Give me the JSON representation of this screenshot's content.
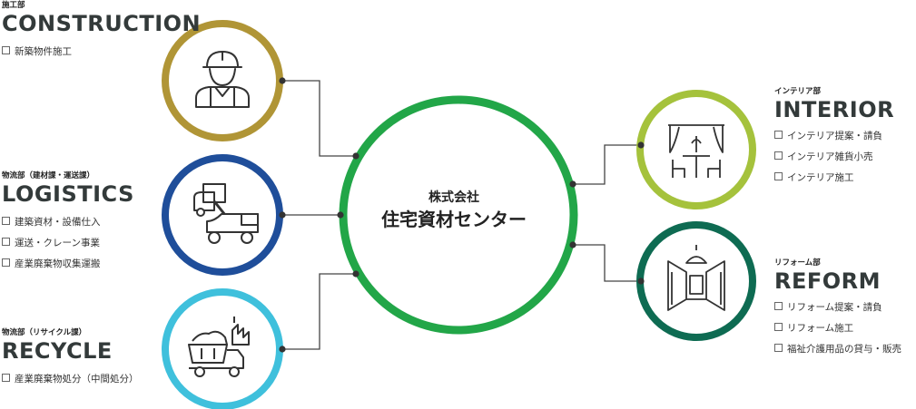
{
  "center": {
    "line1": "株式会社",
    "line2": "住宅資材センター"
  },
  "departments": [
    {
      "key": "construction",
      "sub": "施工部",
      "title": "CONSTRUCTION",
      "items": [
        "新築物件施工"
      ],
      "color": "#b09536",
      "icon": "construction-worker-icon"
    },
    {
      "key": "logistics",
      "sub": "物流部（建材課・運送課）",
      "title": "LOGISTICS",
      "items": [
        "建築資材・設備仕入",
        "運送・クレーン事業",
        "産業廃棄物収集運搬"
      ],
      "color": "#1f4e9a",
      "icon": "crane-truck-icon"
    },
    {
      "key": "recycle",
      "sub": "物流部（リサイクル課）",
      "title": "RECYCLE",
      "items": [
        "産業廃棄物処分（中間処分）"
      ],
      "color": "#3fc0dc",
      "icon": "dump-truck-factory-icon"
    },
    {
      "key": "interior",
      "sub": "インテリア部",
      "title": "INTERIOR",
      "items": [
        "インテリア提案・請負",
        "インテリア雑貨小売",
        "インテリア施工"
      ],
      "color": "#a5c23c",
      "icon": "dining-room-icon"
    },
    {
      "key": "reform",
      "sub": "リフォーム部",
      "title": "REFORM",
      "items": [
        "リフォーム提案・請負",
        "リフォーム施工",
        "福祉介護用品の貸与・販売"
      ],
      "color": "#0e6b52",
      "icon": "hallway-icon"
    }
  ],
  "colors": {
    "center_ring": "#22a648",
    "connector": "#444444"
  }
}
